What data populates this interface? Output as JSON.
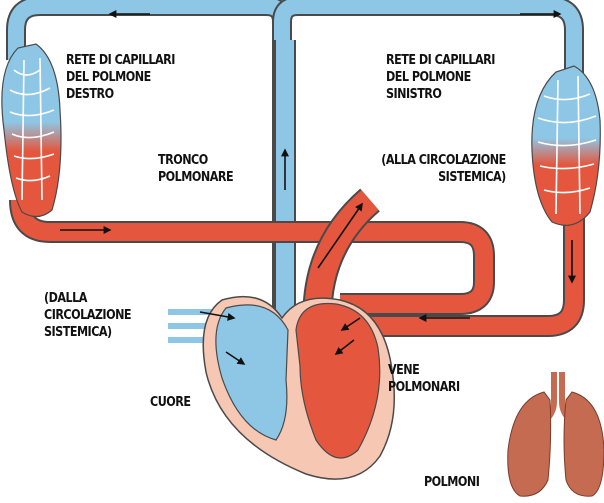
{
  "labels": {
    "right_lung_capillaries": [
      "RETE DI CAPILLARI",
      "DEL POLMONE",
      "DESTRO"
    ],
    "left_lung_capillaries": [
      "RETE DI CAPILLARI",
      "DEL POLMONE",
      "SINISTRO"
    ],
    "pulmonary_trunk": [
      "TRONCO",
      "POLMONARE"
    ],
    "to_systemic": [
      "(ALLA CIRCOLAZIONE",
      "SISTEMICA)"
    ],
    "from_systemic": [
      "(DALLA",
      "CIRCOLAZIONE",
      "SISTEMICA)"
    ],
    "heart": "CUORE",
    "pulmonary_veins": [
      "VENE",
      "POLMONARI"
    ],
    "lungs": "POLMONI"
  },
  "colors": {
    "deoxygenated": "#8ec7e6",
    "oxygenated": "#e4573e",
    "heart_outer": "#f6c7b2",
    "vessel_outline": "#4a4a4a",
    "lung_tissue": "#c56b52"
  }
}
